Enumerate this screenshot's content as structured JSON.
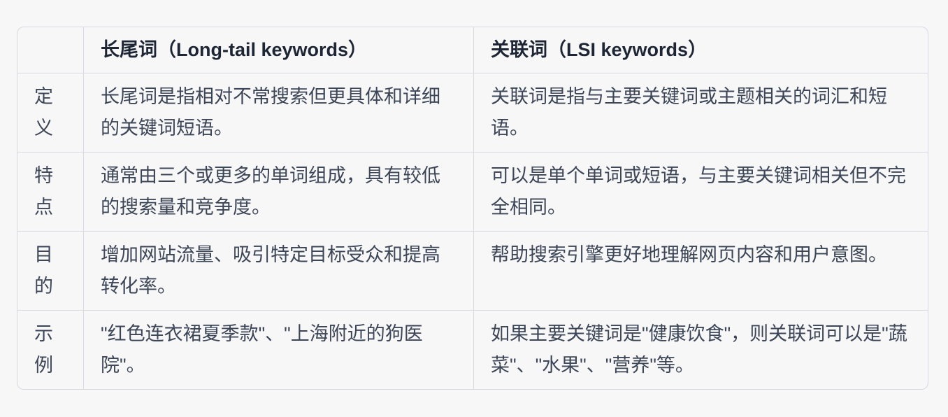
{
  "colors": {
    "bg": "#f7f7f8",
    "border": "#d9d9e3",
    "header-text": "#1e2635",
    "body-text": "#3d4657"
  },
  "table": {
    "columns": [
      {
        "label": ""
      },
      {
        "label": "长尾词（Long-tail keywords）"
      },
      {
        "label": "关联词（LSI keywords）"
      }
    ],
    "rows": [
      {
        "header": "定义",
        "long_tail": "长尾词是指相对不常搜索但更具体和详细的关键词短语。",
        "lsi": "关联词是指与主要关键词或主题相关的词汇和短语。"
      },
      {
        "header": "特点",
        "long_tail": "通常由三个或更多的单词组成，具有较低的搜索量和竞争度。",
        "lsi": "可以是单个单词或短语，与主要关键词相关但不完全相同。"
      },
      {
        "header": "目的",
        "long_tail": "增加网站流量、吸引特定目标受众和提高转化率。",
        "lsi": "帮助搜索引擎更好地理解网页内容和用户意图。"
      },
      {
        "header": "示例",
        "long_tail": "\"红色连衣裙夏季款\"、\"上海附近的狗医院\"。",
        "lsi": "如果主要关键词是\"健康饮食\"，则关联词可以是\"蔬菜\"、\"水果\"、\"营养\"等。"
      }
    ]
  }
}
